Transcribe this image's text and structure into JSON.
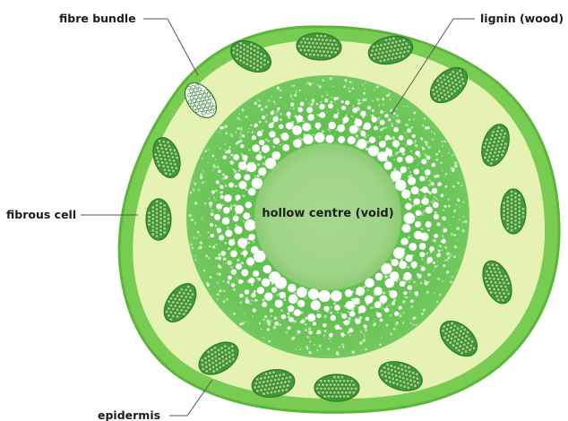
{
  "labels": {
    "fibre_bundle": "fibre bundle",
    "lignin": "lignin (wood)",
    "fibrous_cell": "fibrous cell",
    "hollow_centre": "hollow centre (void)",
    "epidermis": "epidermis"
  },
  "colors": {
    "epidermis": "#79cc52",
    "epidermis_edge": "#5bb63a",
    "cortex": "#e6f2b4",
    "lignin": "#6cc558",
    "lignin_deep": "#5cbb4a",
    "void": "#a3d58a",
    "bundle_fill": "#3f9a38",
    "bundle_cell": "#9cd07e",
    "bundle_stroke": "#2f7a2a",
    "highlight_bundle_fill": "#ffffff",
    "highlight_bundle_stroke": "#2e7a2a",
    "pore": "#ffffff"
  }
}
